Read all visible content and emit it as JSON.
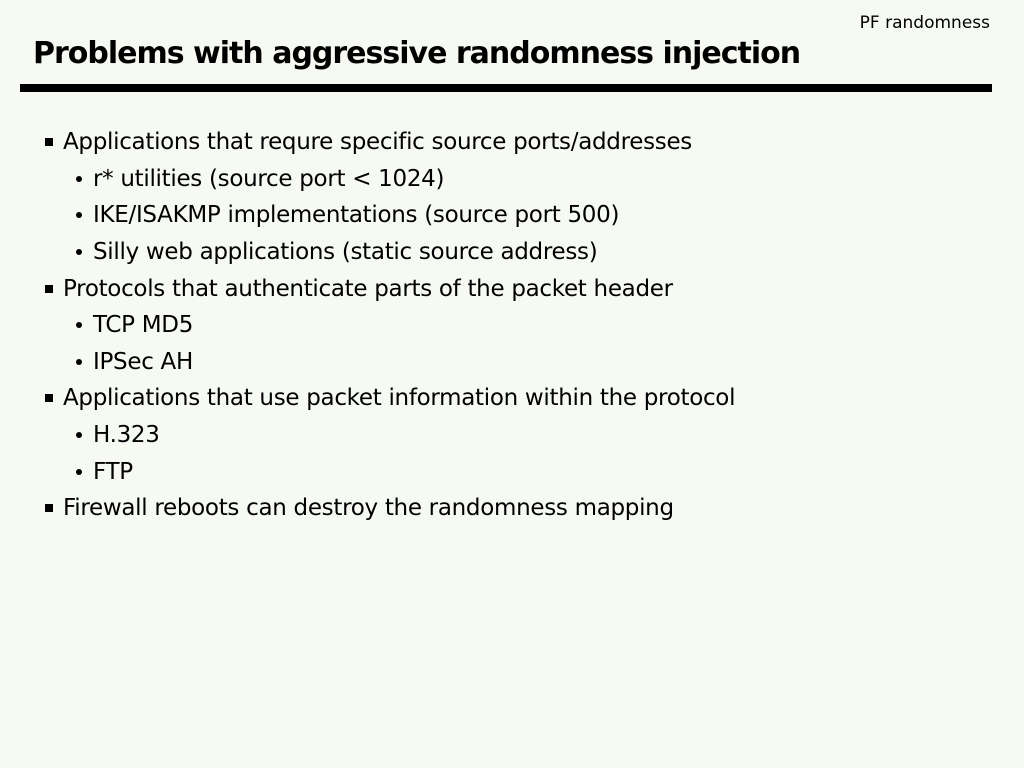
{
  "slide": {
    "corner_label": "PF randomness",
    "title": "Problems with aggressive randomness injection",
    "bullets": [
      {
        "level": 1,
        "text": "Applications that requre specific source ports/addresses"
      },
      {
        "level": 2,
        "text": "r* utilities (source port < 1024)"
      },
      {
        "level": 2,
        "text": "IKE/ISAKMP implementations (source port 500)"
      },
      {
        "level": 2,
        "text": "Silly web applications (static source address)"
      },
      {
        "level": 1,
        "text": "Protocols that authenticate parts of the packet header"
      },
      {
        "level": 2,
        "text": "TCP MD5"
      },
      {
        "level": 2,
        "text": "IPSec AH"
      },
      {
        "level": 1,
        "text": "Applications that use packet information within the protocol"
      },
      {
        "level": 2,
        "text": "H.323"
      },
      {
        "level": 2,
        "text": "FTP"
      },
      {
        "level": 1,
        "text": "Firewall reboots can destroy the randomness mapping"
      }
    ]
  },
  "colors": {
    "background": "#f6faf3",
    "text": "#000000",
    "rule": "#000000"
  }
}
